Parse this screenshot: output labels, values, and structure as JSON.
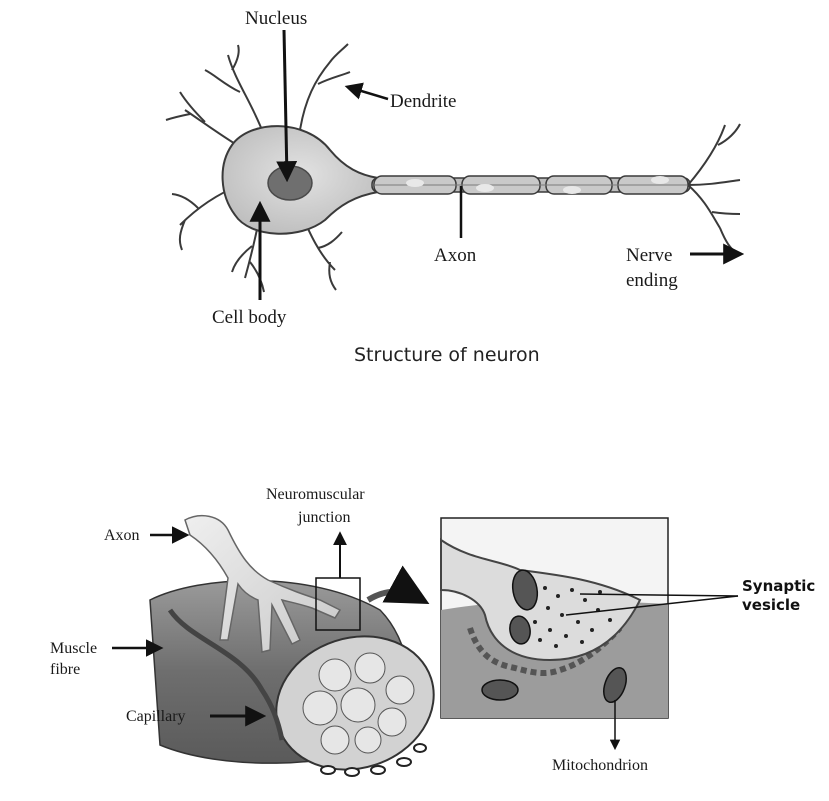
{
  "neuron": {
    "label_nucleus": "Nucleus",
    "label_dendrite": "Dendrite",
    "label_axon": "Axon",
    "label_nerve_line1": "Nerve",
    "label_nerve_line2": "ending",
    "label_cell_body": "Cell body",
    "caption": "Structure of neuron"
  },
  "nmj": {
    "label_junction_line1": "Neuromuscular",
    "label_junction_line2": "junction",
    "label_axon": "Axon",
    "label_muscle_line1": "Muscle",
    "label_muscle_line2": "fibre",
    "label_capillary": "Capillary",
    "label_vesicle_line1": "Synaptic",
    "label_vesicle_line2": "vesicle",
    "label_mitochondrion": "Mitochondrion"
  },
  "colors": {
    "tissue": "#cfcfcf",
    "tissue_dark": "#8a8a8a",
    "nucleus": "#6f6f6f",
    "outline": "#3a3a3a",
    "muscle": "#7d7d7d",
    "muscle_light": "#b8b8b8"
  }
}
